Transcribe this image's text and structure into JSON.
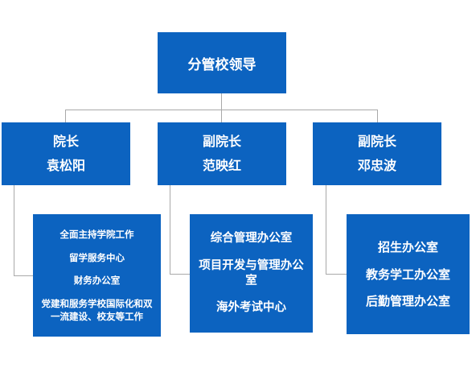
{
  "root": {
    "label": "分管校领导"
  },
  "leaders": [
    {
      "title": "院长",
      "name": "袁松阳",
      "departments": [
        "全面主持学院工作",
        "留学服务中心",
        "财务办公室",
        "党建和服务学校国际化和双一流建设、校友等工作"
      ]
    },
    {
      "title": "副院长",
      "name": "范映红",
      "departments": [
        "综合管理办公室",
        "项目开发与管理办公室",
        "海外考试中心"
      ]
    },
    {
      "title": "副院长",
      "name": "邓忠波",
      "departments": [
        "招生办公室",
        "教务学工办公室",
        "后勤管理办公室"
      ]
    }
  ],
  "colors": {
    "box": "#0c63c0",
    "text": "#ffffff",
    "connector": "#a9a9a9"
  }
}
